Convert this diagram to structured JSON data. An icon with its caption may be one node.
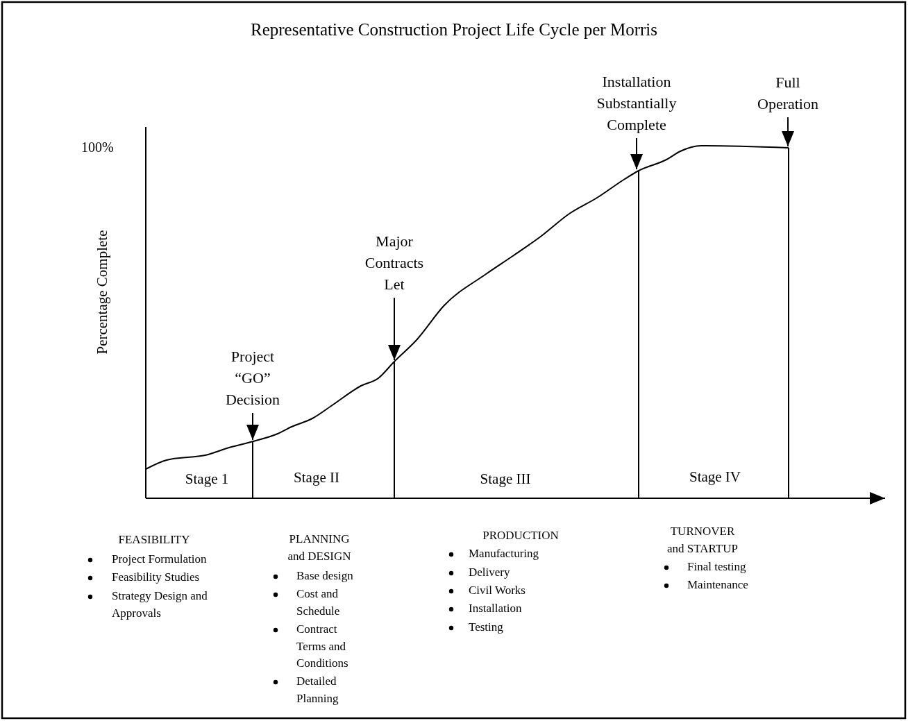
{
  "diagram": {
    "title": "Representative Construction Project Life Cycle per Morris",
    "nodes": [
      {
        "text": [
          "Project “GO” Decision"
        ]
      },
      {
        "text": [
          "Major Contracts Let"
        ]
      },
      {
        "text": [
          "Installation Substantially Complete"
        ]
      },
      {
        "text": [
          "Full Operation"
        ]
      }
    ],
    "edges": [
      {
        "from": 0,
        "to": null,
        "arrow": "to"
      },
      {
        "from": 1,
        "to": null,
        "arrow": "to"
      },
      {
        "from": 2,
        "to": null,
        "arrow": "to"
      },
      {
        "from": 3,
        "to": null,
        "arrow": "to"
      }
    ],
    "labels": [
      "100%",
      "Percentage Complete",
      "Stage 1",
      "Stage II",
      "Stage III",
      "Stage IV",
      "FEASIBILITY",
      "Project Formulation",
      "Feasibility Studies",
      "Strategy Design and Approvals",
      "PLANNING and DESIGN",
      "Base design",
      "Cost and Schedule",
      "Contract Terms and Conditions",
      "Detailed Planning",
      "PRODUCTION",
      "Manufacturing",
      "Delivery",
      "Civil Works",
      "Installation",
      "Testing",
      "TURNOVER and STARTUP",
      "Final testing",
      "Maintenance"
    ]
  }
}
